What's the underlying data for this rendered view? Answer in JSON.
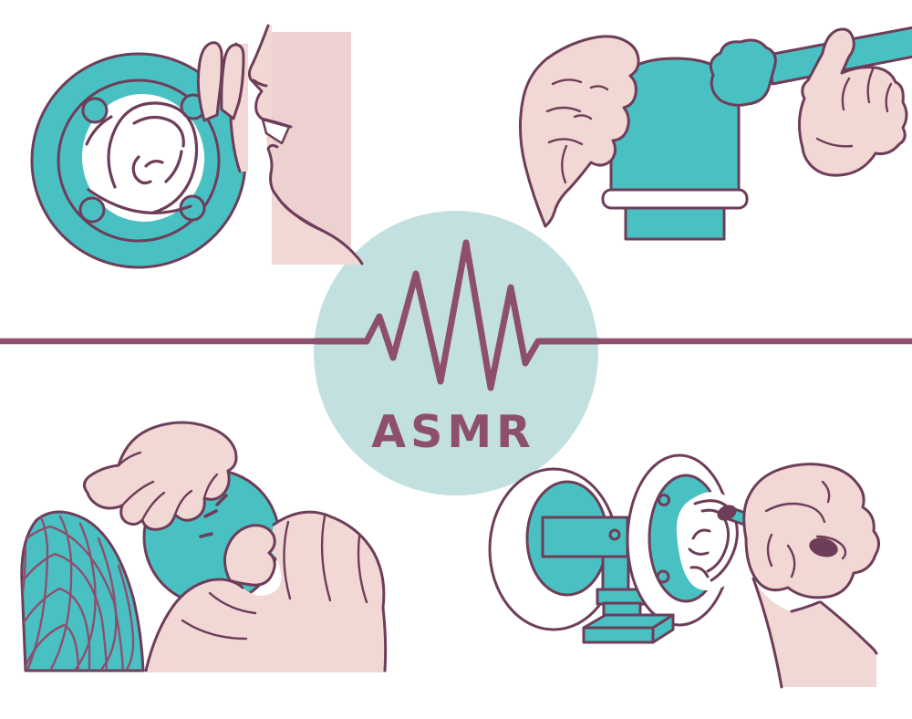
{
  "center": {
    "label": "ASMR",
    "motif": "sound-wave"
  },
  "palette": {
    "teal": "#49C1C3",
    "teal_light": "#C2E0E0",
    "skin": "#F2D8D5",
    "backdrop": "#EDD1D1",
    "outline": "#6E3D59",
    "accent": "#8E4E6E",
    "paper": "#FFFFFF"
  },
  "scenes": [
    {
      "id": "whisper-into-ear-microphone",
      "position": "top-left",
      "elements": [
        "binaural-ear-microphone",
        "whispering-face",
        "cupped-hand"
      ]
    },
    {
      "id": "brushing-microphone",
      "position": "top-right",
      "elements": [
        "microphone",
        "makeup-brush",
        "left-hand",
        "right-hand"
      ]
    },
    {
      "id": "tapping-sphere",
      "position": "bottom-left",
      "elements": [
        "mesh-head",
        "sphere",
        "tap-marks",
        "left-hand",
        "right-hand"
      ]
    },
    {
      "id": "ear-cleaning-microphone",
      "position": "bottom-right",
      "elements": [
        "ear-microphone-on-stand",
        "cotton-swab",
        "hand"
      ]
    }
  ]
}
